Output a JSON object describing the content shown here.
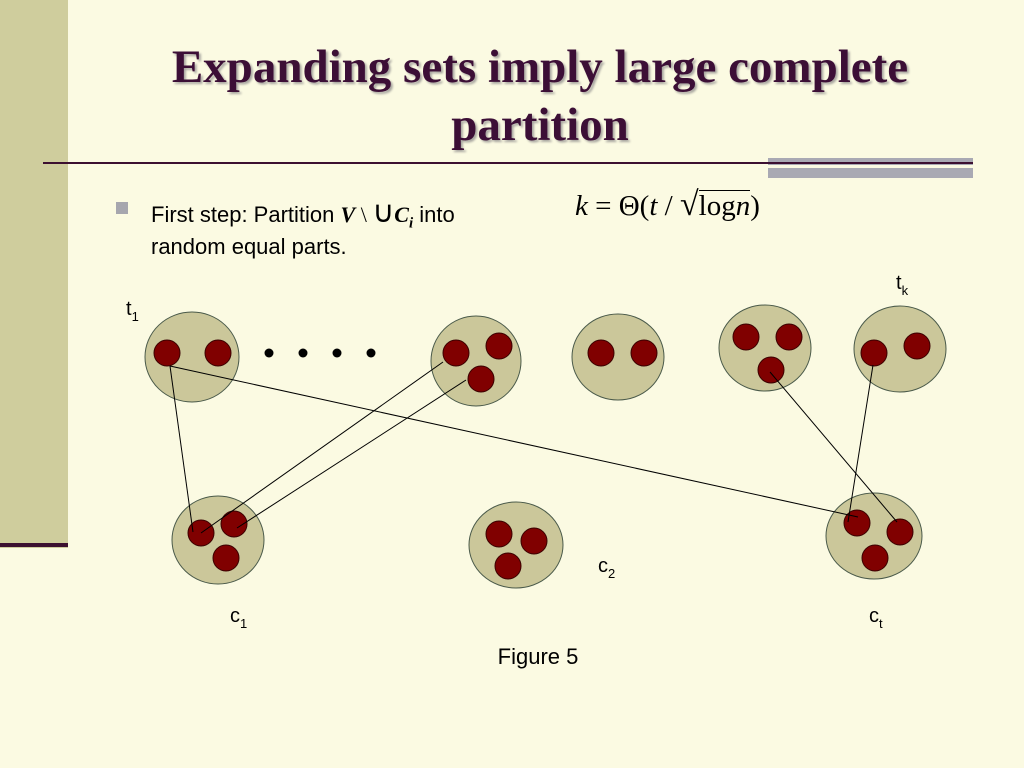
{
  "slide": {
    "title_line1": "Expanding sets imply large complete",
    "title_line2": "partition",
    "bullet": {
      "prefix": "First step: Partition ",
      "set_V": "V",
      "backslash": " \\ ",
      "union": "∪",
      "set_C": "C",
      "set_C_sub": "i",
      "suffix": " into",
      "line2": "random equal parts."
    },
    "formula": {
      "k": "k",
      "eq": " = Θ(",
      "t": "t",
      "slash": " / ",
      "log": "log",
      "n": "n",
      "close": ")"
    },
    "figure_caption": "Figure 5"
  },
  "diagram": {
    "labels": {
      "t1_main": "t",
      "t1_sub": "1",
      "tk_main": "t",
      "tk_sub": "k",
      "c1_main": "c",
      "c1_sub": "1",
      "c2_main": "c",
      "c2_sub": "2",
      "ct_main": "c",
      "ct_sub": "t"
    },
    "colors": {
      "cluster_fill": "#cbc79a",
      "cluster_stroke": "#4a5a4a",
      "node_fill": "#800000",
      "node_stroke": "#3a0000",
      "edge": "#000000"
    },
    "ellipsis_dots": 4
  }
}
